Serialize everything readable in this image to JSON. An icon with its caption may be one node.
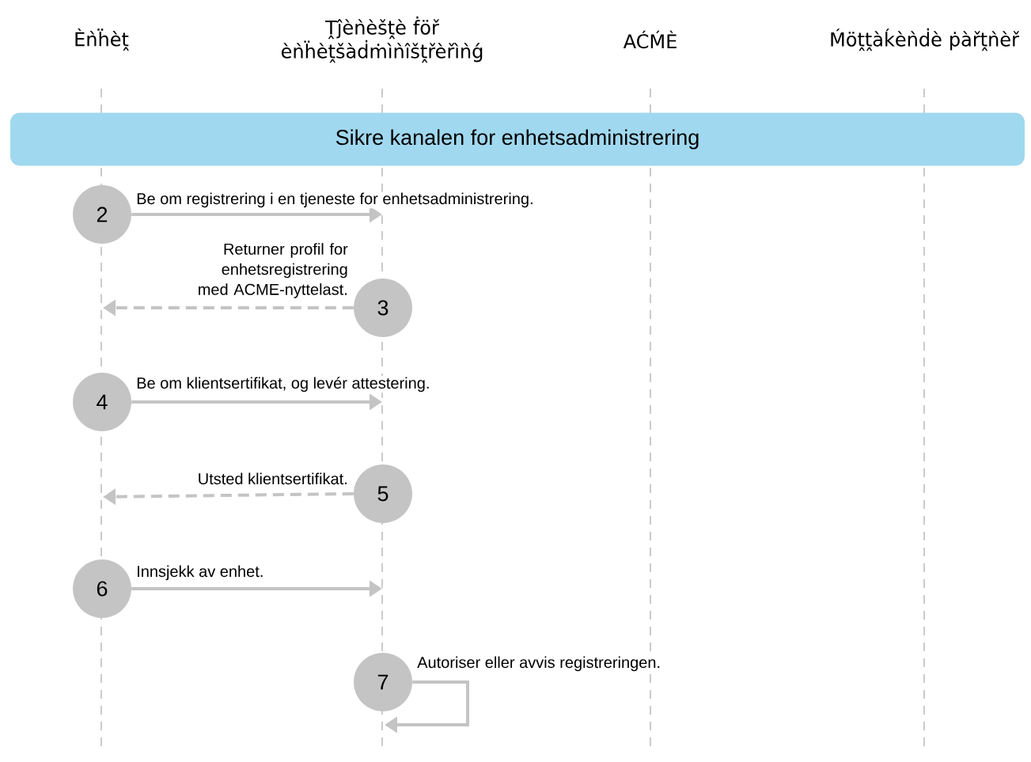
{
  "diagram": {
    "nodes": [
      {
        "text": [
          "Èǹḧèṱ"
        ]
      },
      {
        "text": [
          "Ṱĵèǹèšṱè ḟöř èǹḧèṱšàḋṁìǹîšṱřèřìǹǵ"
        ]
      },
      {
        "text": [
          "AĆḾÈ"
        ]
      },
      {
        "text": [
          "Ḿöṱṱàḱèǹḋè ṗàřṱǹèř"
        ]
      },
      {
        "text": [
          "Sikre kanalen for enhetsadministrering"
        ]
      },
      {
        "text": [
          "2"
        ]
      },
      {
        "text": [
          "3"
        ]
      },
      {
        "text": [
          "4"
        ]
      },
      {
        "text": [
          "5"
        ]
      },
      {
        "text": [
          "6"
        ]
      },
      {
        "text": [
          "7"
        ]
      }
    ],
    "edges": [
      {
        "from": 5,
        "to": null,
        "arrow": "to",
        "label": "Be om registrering i en tjeneste for enhetsadministrering."
      },
      {
        "from": 6,
        "to": null,
        "arrow": "to",
        "label": "Returner profil for enhetsregistrering med ACME-nyttelast.",
        "style": "dashed"
      },
      {
        "from": 7,
        "to": null,
        "arrow": "to",
        "label": "Be om klientsertifikat, og levér attestering."
      },
      {
        "from": 8,
        "to": null,
        "arrow": "to",
        "label": "Utsted klientsertifikat.",
        "style": "dashed"
      },
      {
        "from": 9,
        "to": null,
        "arrow": "to",
        "label": "Innsjekk av enhet."
      },
      {
        "from": 10,
        "to": null,
        "arrow": "to",
        "label": "Autoriser eller avvis registreringen."
      }
    ]
  }
}
